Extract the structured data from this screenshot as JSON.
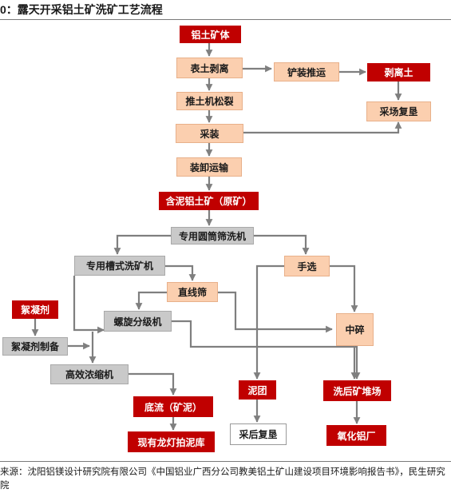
{
  "title": "0：露天开采铝土矿洗矿工艺流程",
  "nodes": {
    "bauxite_body": "铝土矿体",
    "topsoil_stripping": "表土剥离",
    "shovel_push": "铲装推运",
    "stripped_soil": "剥离土",
    "bulldozer_ripping": "推土机松裂",
    "mine_reclamation": "采场复垦",
    "excavation_loading": "采装",
    "loading_transport": "装卸运输",
    "muddy_ore": "含泥铝土矿（原矿）",
    "drum_washer": "专用圆筒筛洗机",
    "trough_washer": "专用槽式洗矿机",
    "hand_sorting": "手选",
    "flocculant": "絮凝剂",
    "linear_screen": "直线筛",
    "spiral_classifier": "螺旋分级机",
    "medium_crushing": "中碎",
    "flocculant_prep": "絮凝剂制备",
    "thickener": "高效浓缩机",
    "underflow": "底流（矿泥）",
    "mud_clods": "泥团",
    "washed_ore_yard": "洗后矿堆场",
    "tailings_pond": "现有龙灯拍泥库",
    "post_reclamation": "采后复垦",
    "alumina_plant": "氧化铝厂"
  },
  "source": "来源：沈阳铝镁设计研究院有限公司《中国铝业广西分公司教美铝土矿山建设项目环境影响报告书》，民生研究院",
  "colors": {
    "red": "#c00000",
    "peach": "#fbcfaf",
    "gray": "#c9c9c9",
    "arrow": "#7f7f7f"
  }
}
